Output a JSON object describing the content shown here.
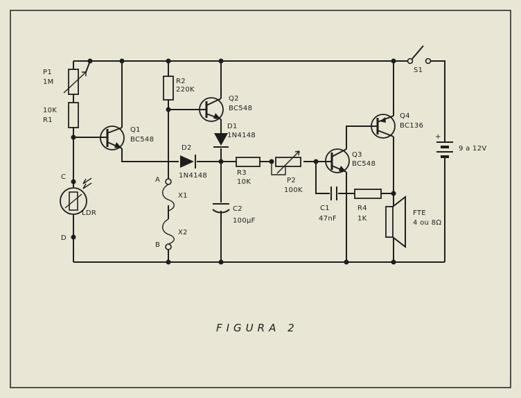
{
  "caption": "FIGURA 2",
  "components": {
    "P1": {
      "ref": "P1",
      "value": "1M"
    },
    "R1": {
      "ref": "R1",
      "value": "10K"
    },
    "Q1": {
      "ref": "Q1",
      "value": "BC548"
    },
    "LDR": {
      "ref": "LDR"
    },
    "R2": {
      "ref": "R2",
      "value": "220K"
    },
    "Q2": {
      "ref": "Q2",
      "value": "BC548"
    },
    "D1": {
      "ref": "D1",
      "value": "1N4148"
    },
    "D2": {
      "ref": "D2",
      "value": "1N4148"
    },
    "C2": {
      "ref": "C2",
      "value": "100µF"
    },
    "R3": {
      "ref": "R3",
      "value": "10K"
    },
    "P2": {
      "ref": "P2",
      "value": "100K"
    },
    "Q3": {
      "ref": "Q3",
      "value": "BC548"
    },
    "C1": {
      "ref": "C1",
      "value": "47nF"
    },
    "R4": {
      "ref": "R4",
      "value": "1K"
    },
    "Q4": {
      "ref": "Q4",
      "value": "BC136"
    },
    "FTE": {
      "ref": "FTE",
      "value": "4 ou 8Ω"
    },
    "S1": {
      "ref": "S1"
    },
    "battery": {
      "value": "9 a 12V",
      "polarity": "+"
    },
    "X1": {
      "ref": "X1"
    },
    "X2": {
      "ref": "X2"
    }
  },
  "nodes": {
    "A": "A",
    "B": "B",
    "C": "C",
    "D": "D"
  }
}
